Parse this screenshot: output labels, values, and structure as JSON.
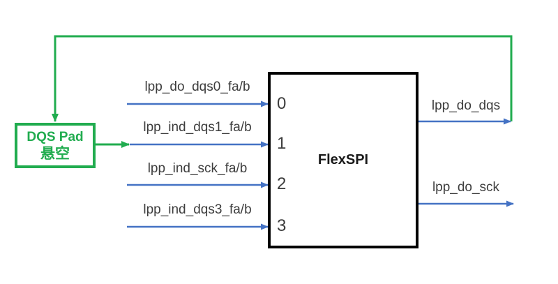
{
  "colors": {
    "green": "#21ac4f",
    "blue": "#4472c4",
    "box_border": "#000000",
    "label_text": "#3d3d3d"
  },
  "dqs_pad": {
    "line1": "DQS Pad",
    "line2": "悬空"
  },
  "flexspi": {
    "title": "FlexSPI",
    "ports": [
      {
        "number": "0",
        "label": "lpp_do_dqs0_fa/b"
      },
      {
        "number": "1",
        "label": "lpp_ind_dqs1_fa/b"
      },
      {
        "number": "2",
        "label": "lpp_ind_sck_fa/b"
      },
      {
        "number": "3",
        "label": "lpp_ind_dqs3_fa/b"
      }
    ]
  },
  "outputs": [
    {
      "label": "lpp_do_dqs"
    },
    {
      "label": "lpp_do_sck"
    }
  ]
}
